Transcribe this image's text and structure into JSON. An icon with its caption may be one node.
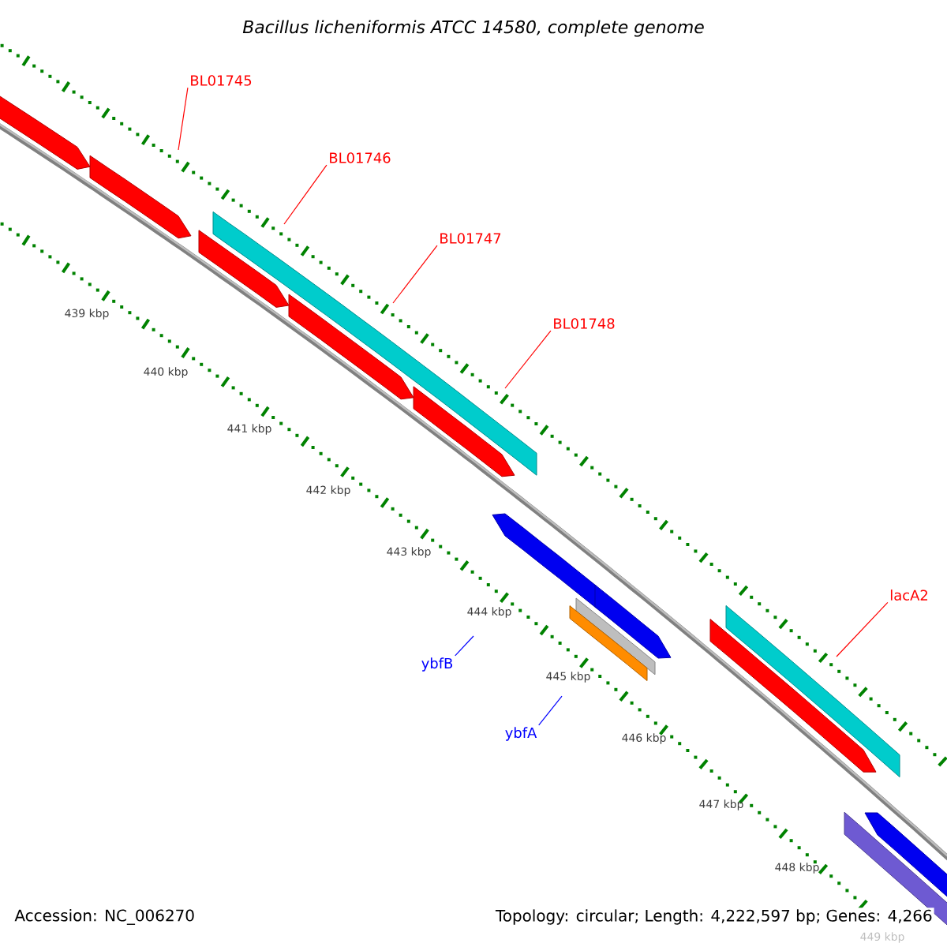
{
  "diagram": {
    "title": "Bacillus licheniformis ATCC 14580, complete genome",
    "nodes": [
      {
        "text": [
          "BL01745"
        ]
      },
      {
        "text": [
          "BL01746"
        ]
      },
      {
        "text": [
          "BL01747"
        ]
      },
      {
        "text": [
          "BL01748"
        ]
      },
      {
        "text": [
          "lacA2"
        ]
      },
      {
        "text": [
          "ybfB"
        ]
      },
      {
        "text": [
          "ybfA"
        ]
      }
    ],
    "edges": [
      {
        "from": 0,
        "to": null,
        "arrow": "none"
      },
      {
        "from": 1,
        "to": null,
        "arrow": "none"
      },
      {
        "from": 2,
        "to": null,
        "arrow": "none"
      },
      {
        "from": 3,
        "to": null,
        "arrow": "none"
      },
      {
        "from": 4,
        "to": null,
        "arrow": "none"
      },
      {
        "from": 5,
        "to": null,
        "arrow": "none",
        "color": "#0000ff"
      },
      {
        "from": 6,
        "to": null,
        "arrow": "none",
        "color": "#0000ff"
      }
    ],
    "labels": [
      "439 kbp",
      "440 kbp",
      "441 kbp",
      "442 kbp",
      "443 kbp",
      "444 kbp",
      "445 kbp",
      "446 kbp",
      "447 kbp",
      "448 kbp",
      "449 kbp",
      "Accession: NC_006270",
      "Topology: circular; Length: 4,222,597 bp; Genes: 4,266"
    ]
  }
}
